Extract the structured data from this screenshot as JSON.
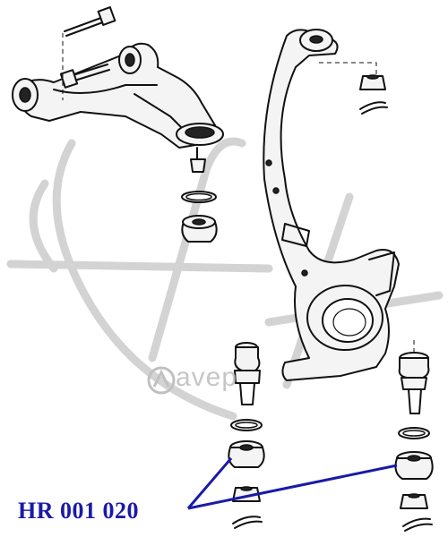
{
  "part_number": "HR 001 020",
  "watermark_text": "avep",
  "colors": {
    "label": "#1a1aa8",
    "watermark": "#c8c8c8",
    "line": "#111111"
  },
  "icons": {
    "watermark_logo": "hr-brand-logo",
    "logo_icon": "avep-circle-icon"
  }
}
